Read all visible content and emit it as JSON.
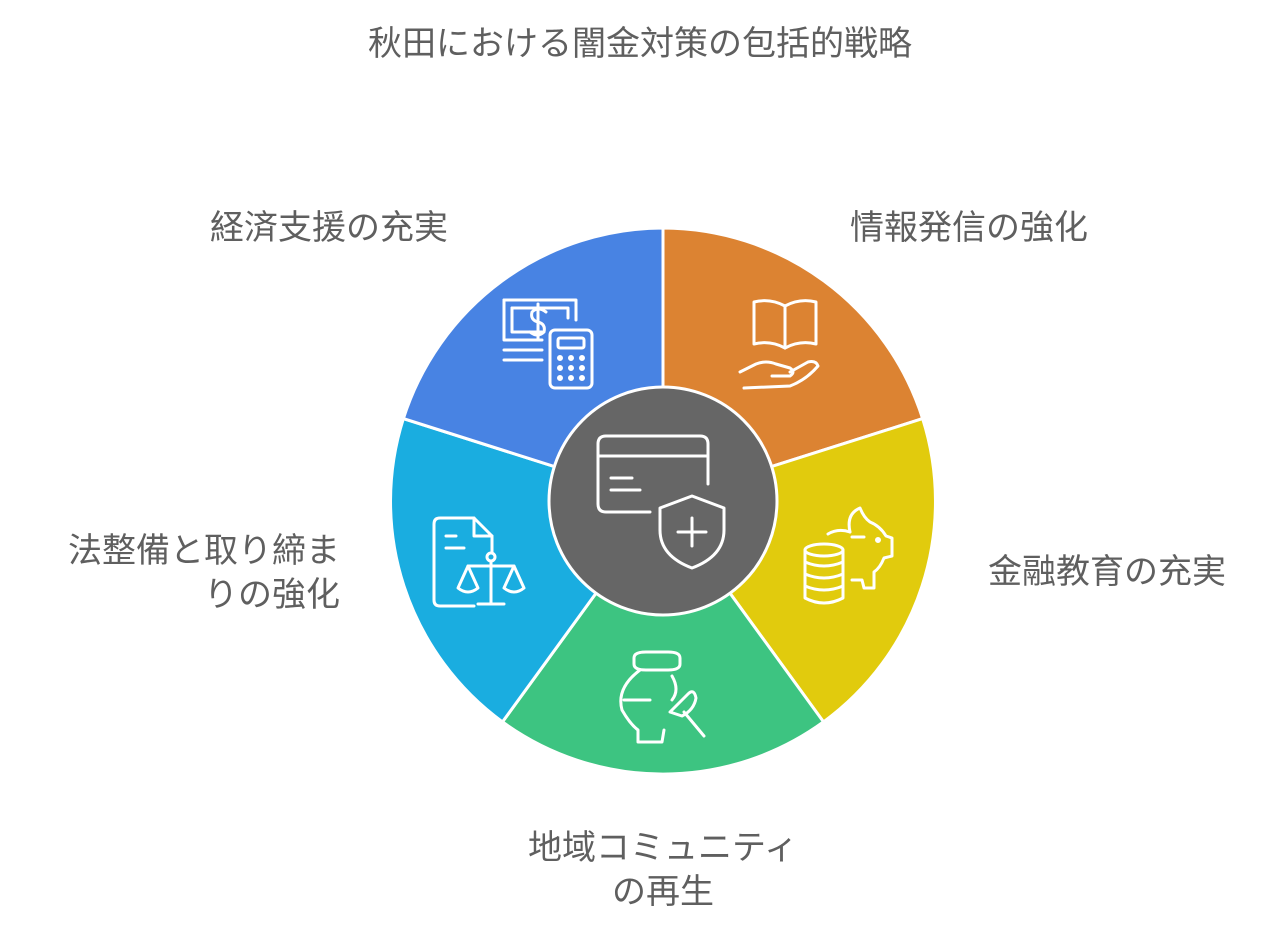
{
  "title": "秋田における闇金対策の包括的戦略",
  "colors": {
    "segment_top_right": "#DC8332",
    "segment_right": "#E1CB0D",
    "segment_bottom": "#3DC481",
    "segment_left": "#1AADE0",
    "segment_top_left": "#4883E3",
    "center": "#666666",
    "icon_stroke": "#ffffff",
    "text": "#5f5f5f"
  },
  "center_icon": "credit-card-shield-icon",
  "segments": [
    {
      "label_lines": [
        "情報発信の強化"
      ],
      "icon": "open-book-hand-icon"
    },
    {
      "label_lines": [
        "金融教育の充実"
      ],
      "icon": "piggy-bank-coins-icon"
    },
    {
      "label_lines": [
        "地域コミュニティ",
        "の再生"
      ],
      "icon": "vase-brush-icon"
    },
    {
      "label_lines": [
        "法整備と取り締ま",
        "りの強化"
      ],
      "icon": "document-scales-icon"
    },
    {
      "label_lines": [
        "経済支援の充実"
      ],
      "icon": "money-calculator-icon"
    }
  ]
}
